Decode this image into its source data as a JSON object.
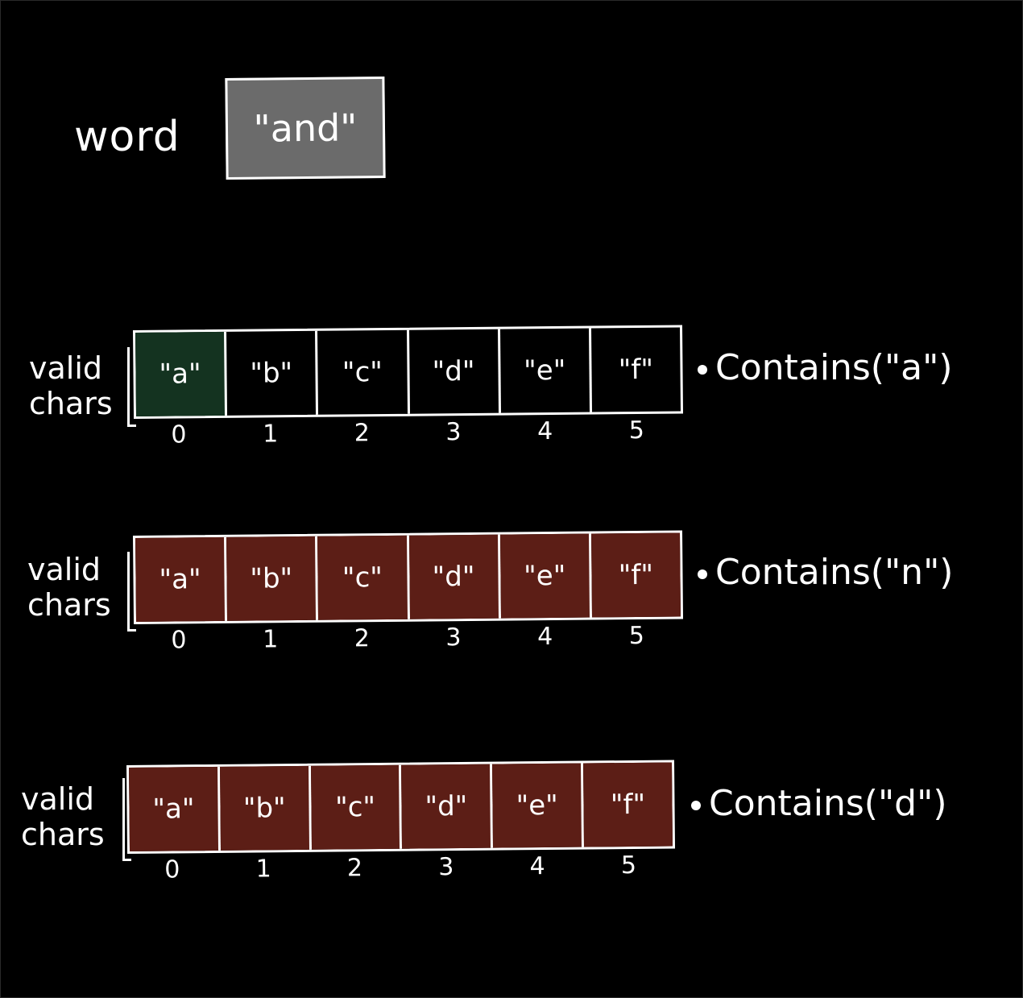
{
  "word": {
    "label": "word",
    "value": "\"and\""
  },
  "arrays": [
    {
      "label_line1": "valid",
      "label_line2": "chars",
      "cells": [
        "\"a\"",
        "\"b\"",
        "\"c\"",
        "\"d\"",
        "\"e\"",
        "\"f\""
      ],
      "indices": [
        "0",
        "1",
        "2",
        "3",
        "4",
        "5"
      ],
      "call": "Contains(\"a\")",
      "highlight": "match-first",
      "match_color": "#143320"
    },
    {
      "label_line1": "valid",
      "label_line2": "chars",
      "cells": [
        "\"a\"",
        "\"b\"",
        "\"c\"",
        "\"d\"",
        "\"e\"",
        "\"f\""
      ],
      "indices": [
        "0",
        "1",
        "2",
        "3",
        "4",
        "5"
      ],
      "call": "Contains(\"n\")",
      "highlight": "none",
      "fill_color": "#5c1e16"
    },
    {
      "label_line1": "valid",
      "label_line2": "chars",
      "cells": [
        "\"a\"",
        "\"b\"",
        "\"c\"",
        "\"d\"",
        "\"e\"",
        "\"f\""
      ],
      "indices": [
        "0",
        "1",
        "2",
        "3",
        "4",
        "5"
      ],
      "call": "Contains(\"d\")",
      "highlight": "none",
      "fill_color": "#5c1e16"
    }
  ],
  "colors": {
    "background": "#000000",
    "word_box": "#6b6b6b",
    "ink": "#ffffff"
  }
}
